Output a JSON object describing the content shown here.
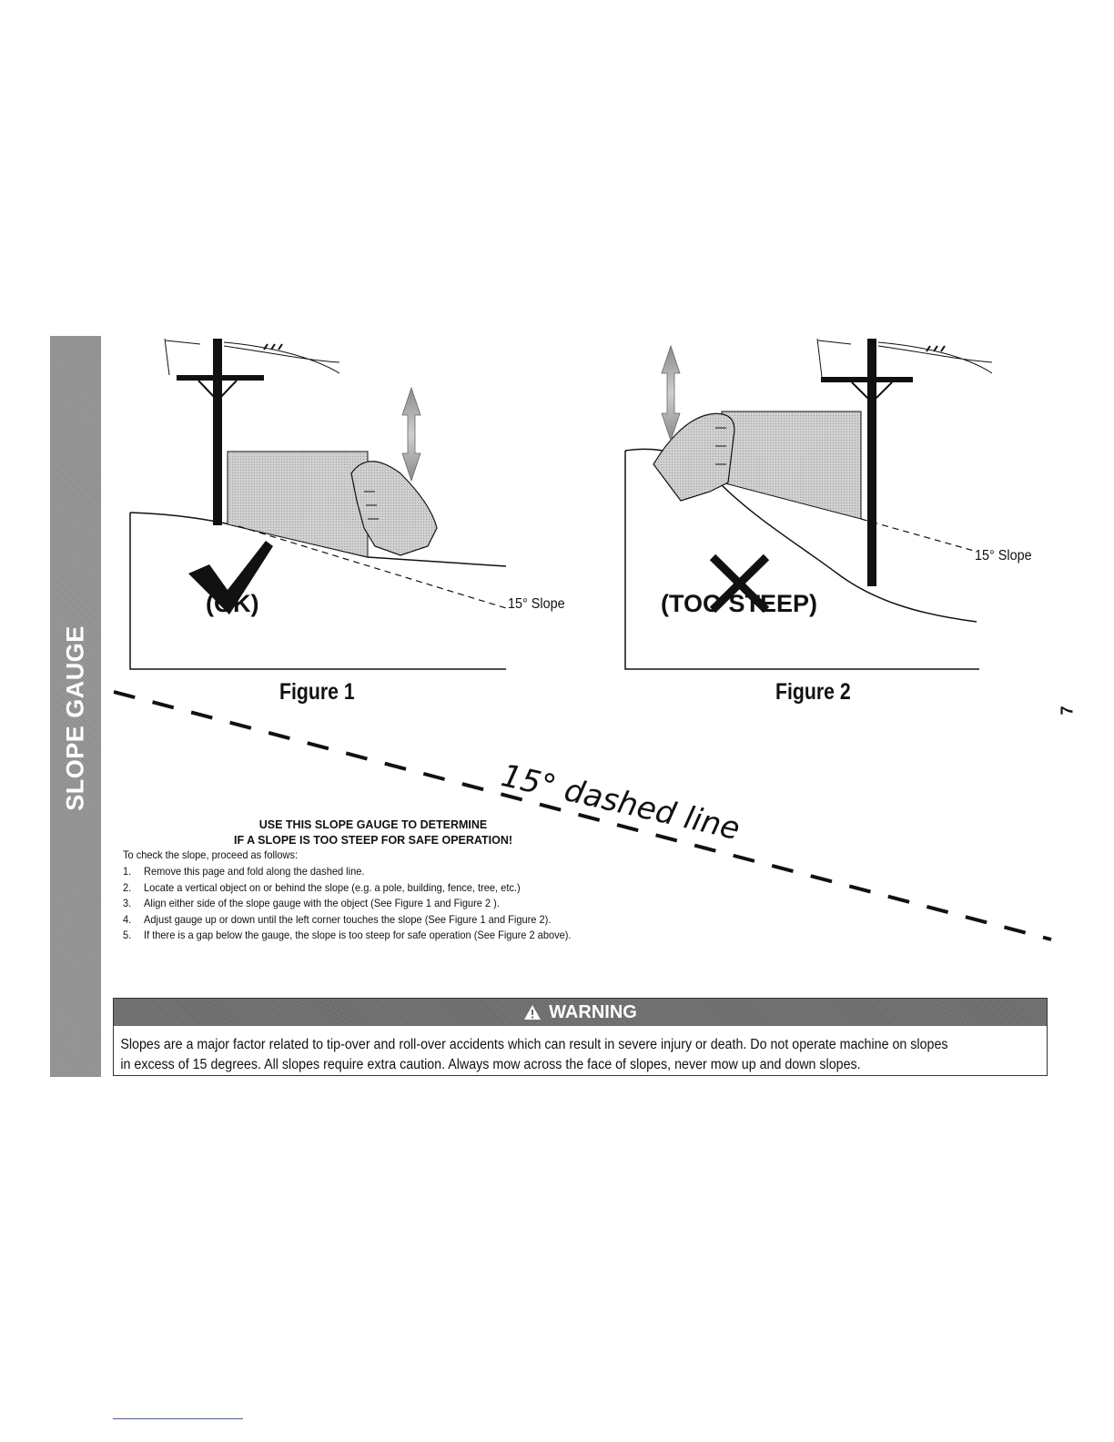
{
  "side_tab": {
    "label": "SLOPE GAUGE"
  },
  "page_number": "7",
  "figure1": {
    "caption": "Figure 1",
    "verdict": "(OK)",
    "slope_label": "15° Slope"
  },
  "figure2": {
    "caption": "Figure 2",
    "verdict": "(TOO STEEP)",
    "slope_label": "15° Slope"
  },
  "dashed_line_label": "15° dashed line",
  "instructions": {
    "heading_line1": "USE THIS SLOPE GAUGE TO DETERMINE",
    "heading_line2": "IF A SLOPE IS TOO STEEP FOR SAFE OPERATION!",
    "intro": "To check the slope, proceed as follows:",
    "steps": [
      {
        "num": "1.",
        "text": "Remove this page and fold along the dashed line."
      },
      {
        "num": "2.",
        "text": "Locate a vertical object on or behind the slope (e.g. a pole, building, fence,  tree, etc.)"
      },
      {
        "num": "3.",
        "text": "Align either side of the slope gauge with the object (See Figure 1 and Figure 2 )."
      },
      {
        "num": "4.",
        "text": "Adjust gauge up or down until the left corner touches the slope (See Figure 1 and Figure 2)."
      },
      {
        "num": "5.",
        "text": "If there is a gap below the gauge, the slope is too steep for safe operation (See Figure 2 above)."
      }
    ]
  },
  "warning": {
    "title": "WARNING",
    "body_line1": "Slopes are a major factor related to tip-over and roll-over accidents which can result in severe injury or death. Do not operate machine on slopes",
    "body_line2": "in excess of 15 degrees. All slopes require extra caution. Always mow across the face of slopes, never mow up and down slopes."
  },
  "colors": {
    "tab_gray": "#8f8f8f",
    "warning_header": "#6b6b6b",
    "gauge_fill": "#c8c8c8"
  },
  "icons": {
    "ok": "checkmark-icon",
    "too_steep": "x-mark-icon",
    "warning": "warning-triangle-icon",
    "adjust": "up-down-arrow-icon"
  }
}
